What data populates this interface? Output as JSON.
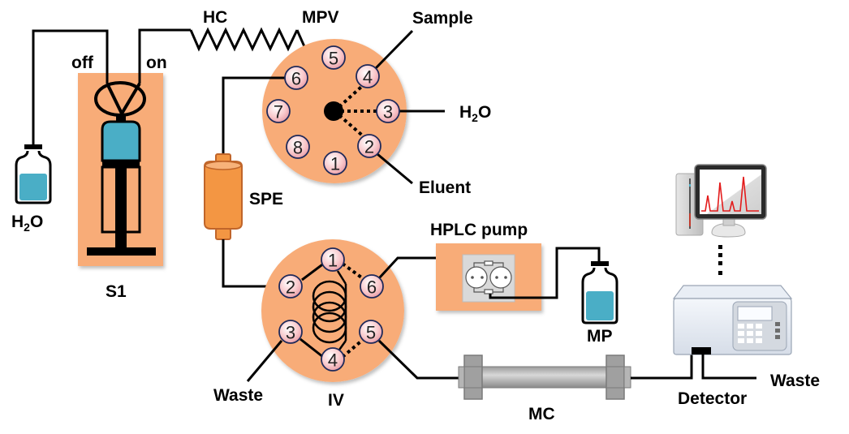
{
  "figure": {
    "title": "Flow-based SPE-HPLC system schematic",
    "colors": {
      "valve_fill": "#f8ac78",
      "port_fill": "#f9c9cc",
      "port_stroke": "#1f2a5a",
      "liquid": "#4aaec6",
      "spe_fill": "#f39643",
      "spe_stroke": "#c0652a",
      "tubing": "#000000",
      "chromatogram": "#e31b1b"
    }
  },
  "labels": {
    "off": "off",
    "on": "on",
    "hc": "HC",
    "mpv": "MPV",
    "sample": "Sample",
    "h2o_mpv": "H",
    "h2o_mpv_sub": "2",
    "h2o_mpv_end": "O",
    "eluent": "Eluent",
    "spe": "SPE",
    "h2o_bottle": "H",
    "h2o_bottle_sub": "2",
    "h2o_bottle_end": "O",
    "s1": "S1",
    "hplc_pump": "HPLC pump",
    "mp": "MP",
    "waste_iv": "Waste",
    "iv": "IV",
    "mc": "MC",
    "detector": "Detector",
    "waste_detector": "Waste"
  },
  "mpv_ports": [
    "1",
    "2",
    "3",
    "4",
    "5",
    "6",
    "7",
    "8"
  ],
  "iv_ports": [
    "1",
    "2",
    "3",
    "4",
    "5",
    "6"
  ],
  "connections": [
    {
      "from": "H2O bottle",
      "to": "S1 valve (off)"
    },
    {
      "from": "S1 valve (on)",
      "to": "HC"
    },
    {
      "from": "HC",
      "to": "MPV center"
    },
    {
      "from": "MPV 4",
      "to": "Sample"
    },
    {
      "from": "MPV 3",
      "to": "H2O"
    },
    {
      "from": "MPV 2",
      "to": "Eluent"
    },
    {
      "from": "MPV 6",
      "to": "SPE"
    },
    {
      "from": "SPE",
      "to": "IV 2"
    },
    {
      "from": "IV 3",
      "to": "Waste"
    },
    {
      "from": "IV 6",
      "to": "HPLC pump"
    },
    {
      "from": "HPLC pump",
      "to": "MP"
    },
    {
      "from": "IV 5",
      "to": "MC"
    },
    {
      "from": "MC",
      "to": "Detector"
    },
    {
      "from": "Detector",
      "to": "Waste"
    }
  ]
}
